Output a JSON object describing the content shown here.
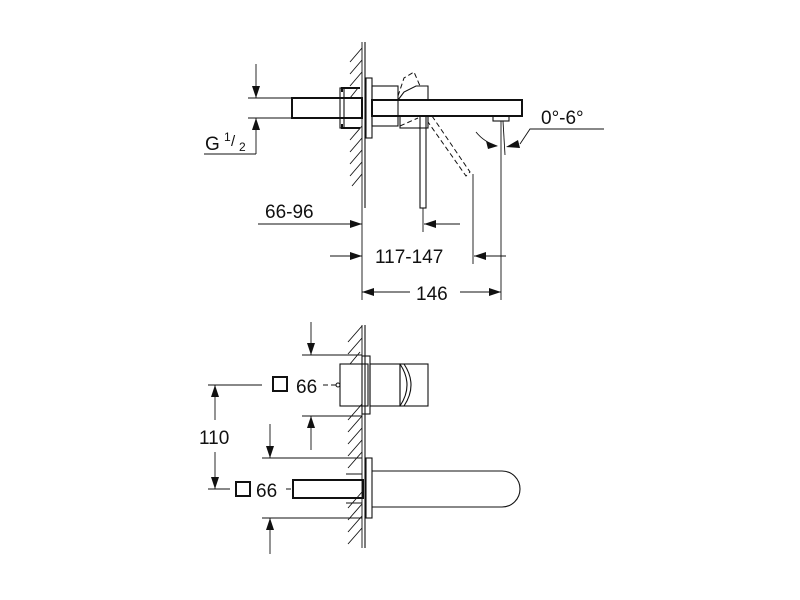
{
  "drawing": {
    "type": "technical dimension drawing",
    "subject": "wall-mounted two-hole basin mixer",
    "views": [
      "side-view",
      "front-view"
    ]
  },
  "side_view": {
    "thread_label": "G",
    "thread_fraction_num": "1",
    "thread_fraction_den": "2",
    "angle_label": "0°-6°",
    "dim_wall_depth": "66-96",
    "dim_projection": "117-147",
    "dim_spout_length": "146"
  },
  "front_view": {
    "square_symbol": "□",
    "plate_upper_size": "66",
    "plate_lower_size": "66",
    "center_distance": "110"
  },
  "colors": {
    "line": "#111111",
    "background": "#ffffff"
  }
}
